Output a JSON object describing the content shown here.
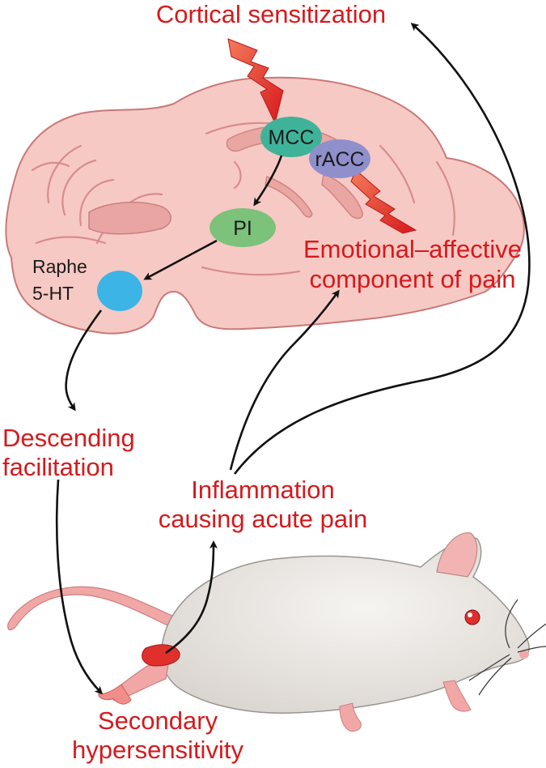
{
  "labels": {
    "cortical_sensitization": "Cortical sensitization",
    "emotional_line1": "Emotional–affective",
    "emotional_line2": "component of pain",
    "raphe_line1": "Raphe",
    "raphe_line2": "5-HT",
    "descending_line1": "Descending",
    "descending_line2": "facilitation",
    "inflammation_line1": "Inflammation",
    "inflammation_line2": "causing acute pain",
    "secondary_line1": "Secondary",
    "secondary_line2": "hypersensitivity"
  },
  "nodes": {
    "mcc": "MCC",
    "racc": "rACC",
    "pi": "PI"
  },
  "colors": {
    "label_red": "#d7191c",
    "brain_fill": "#f7c9c4",
    "mcc_fill": "#3fb39a",
    "racc_fill": "#8f8fcc",
    "pi_fill": "#7cc27a",
    "raphe_fill": "#3cb4e6",
    "lightning": "#e8443a",
    "mouse_body": "#ece9e5",
    "inflamed_paw": "#e0302c"
  }
}
